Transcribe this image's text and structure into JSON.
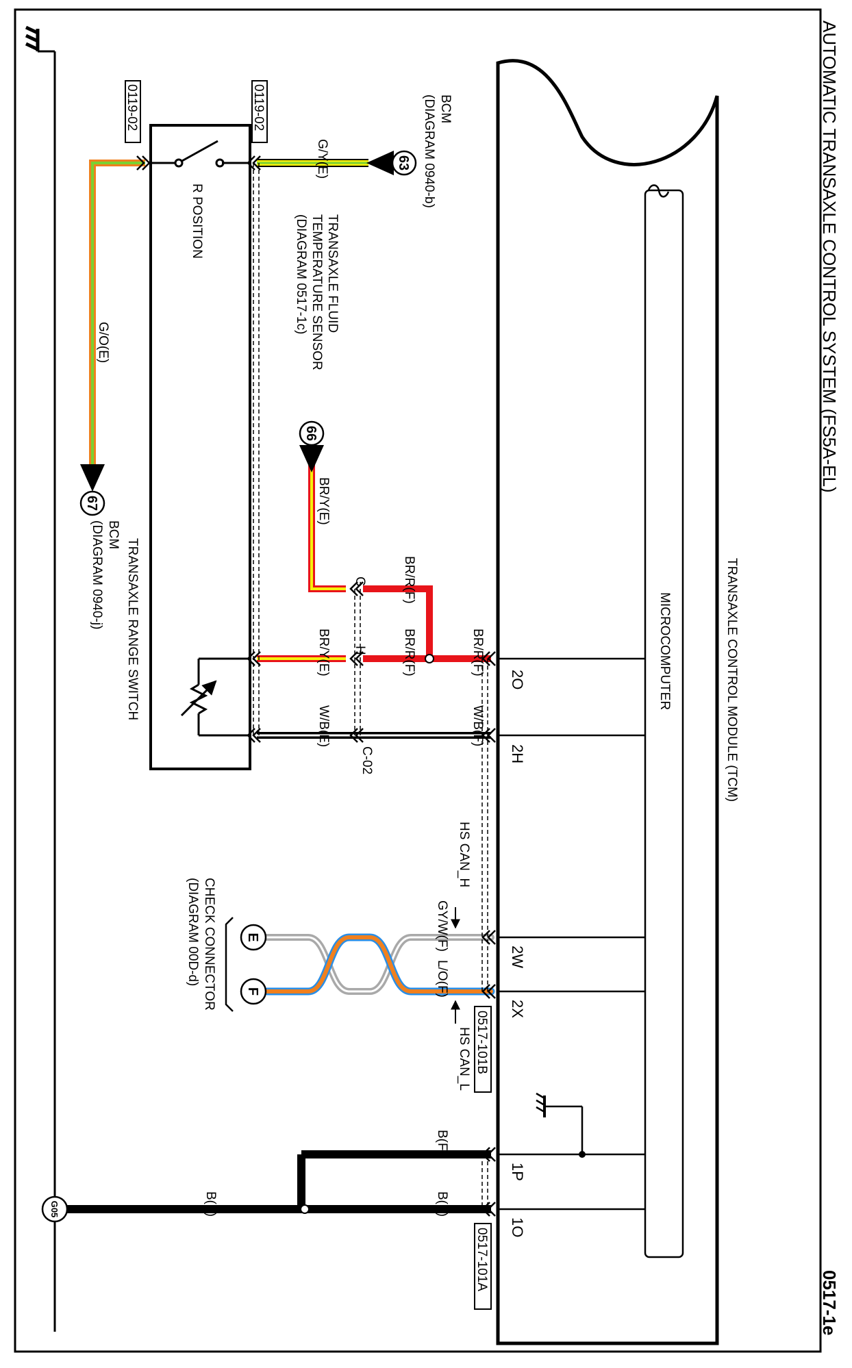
{
  "header": {
    "title": "AUTOMATIC TRANSAXLE CONTROL SYSTEM (FS5A-EL)",
    "page_code": "0517-1e"
  },
  "components": {
    "tcm": "TRANSAXLE CONTROL MODULE (TCM)",
    "microcomputer": "MICROCOMPUTER",
    "range_switch": "TRANSAXLE RANGE SWITCH",
    "r_position": "R POSITION",
    "check_connector": "CHECK CONNECTOR",
    "check_connector_ref": "(DIAGRAM 00D-d)"
  },
  "references": {
    "bcm_top_name": "BCM",
    "bcm_top_ref": "(DIAGRAM 0940-b)",
    "bcm_top_num": "63",
    "sensor_line1": "TRANSAXLE FLUID",
    "sensor_line2": "TEMPERATURE SENSOR",
    "sensor_line3": "(DIAGRAM 0517-1c)",
    "sensor_num": "66",
    "bcm_bottom_name": "BCM",
    "bcm_bottom_ref": "(DIAGRAM 0940-j)",
    "bcm_bottom_num": "67"
  },
  "pins": {
    "p2O": "2O",
    "p2H": "2H",
    "p2W": "2W",
    "p2X": "2X",
    "p1P": "1P",
    "p1O": "1O",
    "term_G": "G",
    "term_H": "H",
    "term_E": "E",
    "term_F": "F"
  },
  "connectors": {
    "c0119_top": "0119-02",
    "c0119_bottom": "0119-02",
    "c0517_101B": "0517-101B",
    "c0517_101A": "0517-101A",
    "c02": "C-02",
    "ground": "G05"
  },
  "wires": {
    "gy_e": "G/Y(E)",
    "go_e": "G/O(E)",
    "bry_e_sensor": "BR/Y(E)",
    "brr_f_g": "BR/R(F)",
    "brr_f_h": "BR/R(F)",
    "brr_f_tcm": "BR/R(F)",
    "bry_e_switch": "BR/Y(E)",
    "wb_e": "W/B(E)",
    "wb_f": "W/B(F)",
    "gyw_f": "GY/W(F)",
    "lo_f": "L/O(F)",
    "b_f_1p": "B(F)",
    "b_f_1o": "B(F)",
    "b_f_ground": "B(F)"
  },
  "signals": {
    "can_h": "HS CAN_H",
    "can_l": "HS CAN_L"
  },
  "colors": {
    "red": "#e8141a",
    "yellow": "#f7f00a",
    "green": "#7ad132",
    "orange": "#f0801e",
    "blue": "#2a8ee6",
    "gray": "#a9a9a9"
  }
}
